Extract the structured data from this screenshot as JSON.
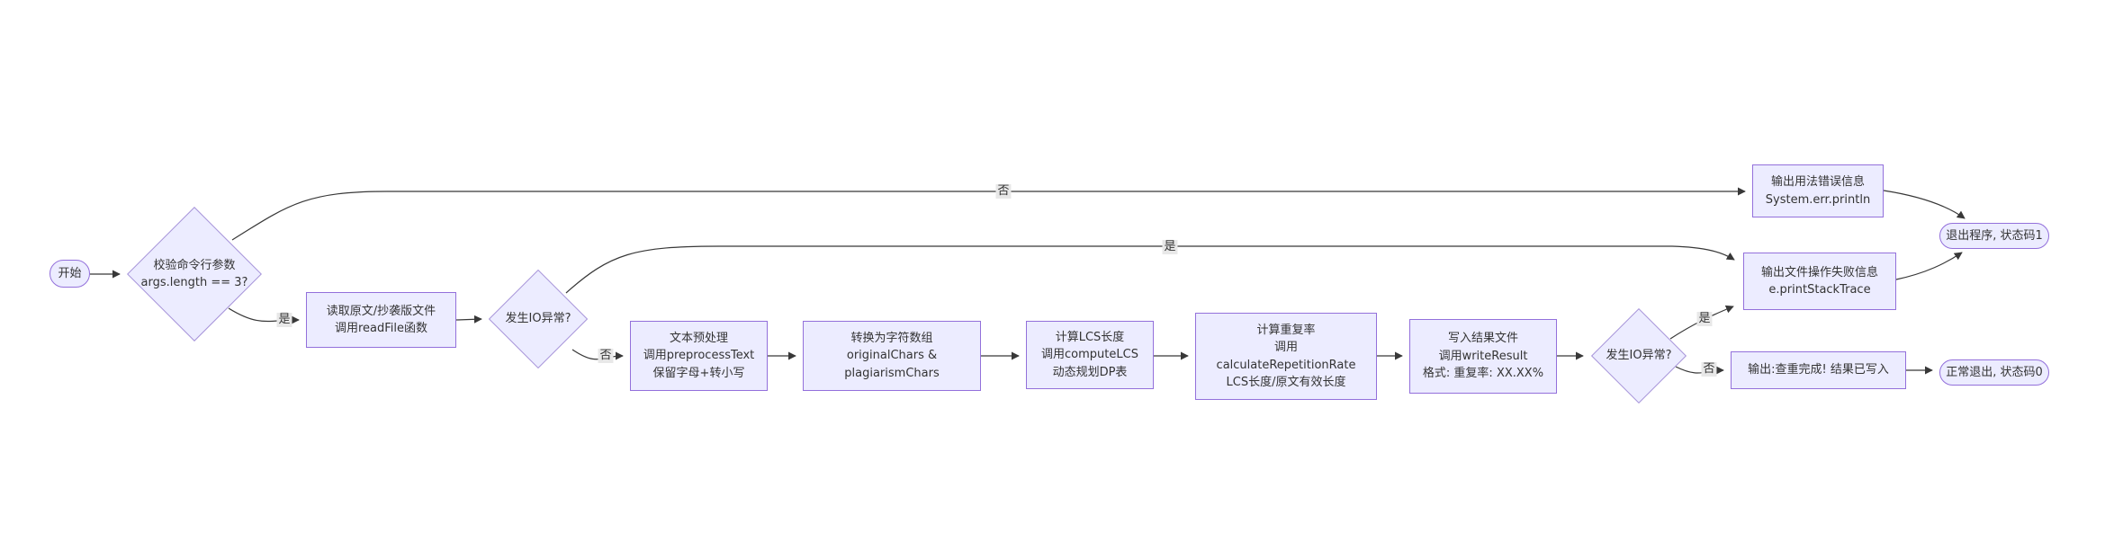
{
  "diagram_type": "flowchart",
  "theme": {
    "node_fill": "#ECECFF",
    "node_border": "#9370DB",
    "diamond_border": "#a794d9",
    "edge_color": "#383838",
    "text_color": "#333333",
    "edge_label_background": "#e8e8e8",
    "page_background": "#ffffff"
  },
  "nodes": {
    "start": {
      "type": "stadium",
      "lines": [
        "开始"
      ]
    },
    "check_args": {
      "type": "diamond",
      "lines": [
        "校验命令行参数",
        "args.length == 3?"
      ]
    },
    "read_files": {
      "type": "rect",
      "lines": [
        "读取原文/抄袭版文件",
        "调用readFile函数"
      ]
    },
    "io_check_1": {
      "type": "diamond",
      "lines": [
        "发生IO异常?"
      ]
    },
    "preprocess": {
      "type": "rect",
      "lines": [
        "文本预处理",
        "调用preprocessText",
        "保留字母+转小写"
      ]
    },
    "to_chars": {
      "type": "rect",
      "lines": [
        "转换为字符数组",
        "originalChars &",
        "plagiarismChars"
      ]
    },
    "compute_lcs": {
      "type": "rect",
      "lines": [
        "计算LCS长度",
        "调用computeLCS",
        "动态规划DP表"
      ]
    },
    "calc_rate": {
      "type": "rect",
      "lines": [
        "计算重复率",
        "调用",
        "calculateRepetitionRate",
        "LCS长度/原文有效长度"
      ]
    },
    "write_result": {
      "type": "rect",
      "lines": [
        "写入结果文件",
        "调用writeResult",
        "格式: 重复率: XX.XX%"
      ]
    },
    "io_check_2": {
      "type": "diamond",
      "lines": [
        "发生IO异常?"
      ]
    },
    "print_done": {
      "type": "rect",
      "lines": [
        "输出:查重完成! 结果已写入"
      ]
    },
    "exit_ok": {
      "type": "stadium",
      "lines": [
        "正常退出, 状态码0"
      ]
    },
    "usage_error": {
      "type": "rect",
      "lines": [
        "输出用法错误信息",
        "System.err.println"
      ]
    },
    "file_error": {
      "type": "rect",
      "lines": [
        "输出文件操作失败信息",
        "e.printStackTrace"
      ]
    },
    "exit_fail": {
      "type": "stadium",
      "lines": [
        "退出程序, 状态码1"
      ]
    }
  },
  "edge_labels": {
    "check_args_no": "否",
    "check_args_yes": "是",
    "io1_yes": "是",
    "io1_no": "否",
    "io2_yes": "是",
    "io2_no": "否"
  }
}
